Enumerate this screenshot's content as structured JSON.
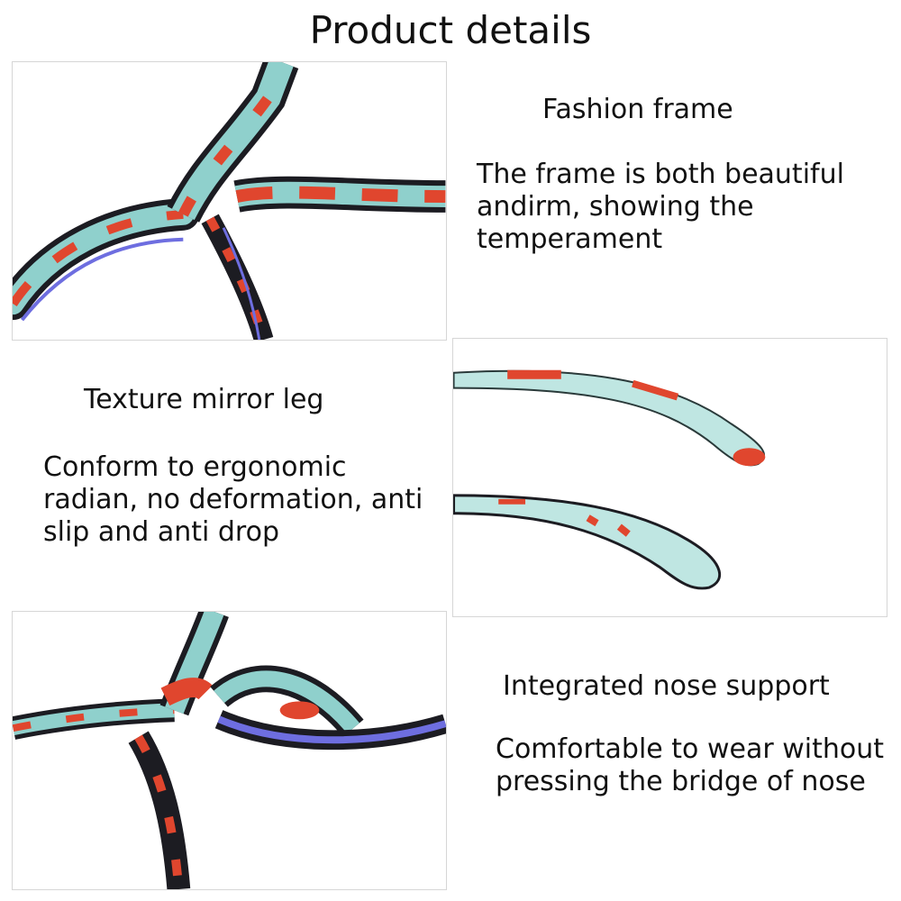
{
  "page_title": "Product details",
  "sections": [
    {
      "heading": "Fashion frame",
      "text": "The frame is both beautiful andirm, showing the temperament"
    },
    {
      "heading": "Texture mirror leg",
      "text": "Conform to ergonomic radian, no deformation, anti slip and anti drop"
    },
    {
      "heading": "Integrated nose support",
      "text": "Comfortable to wear without pressing the bridge of nose"
    }
  ],
  "colors": {
    "floral_teal": "#8fd0cc",
    "floral_red": "#e0462e",
    "frame_dark": "#1c1c22",
    "lens_blue": "#6e6ee0"
  }
}
